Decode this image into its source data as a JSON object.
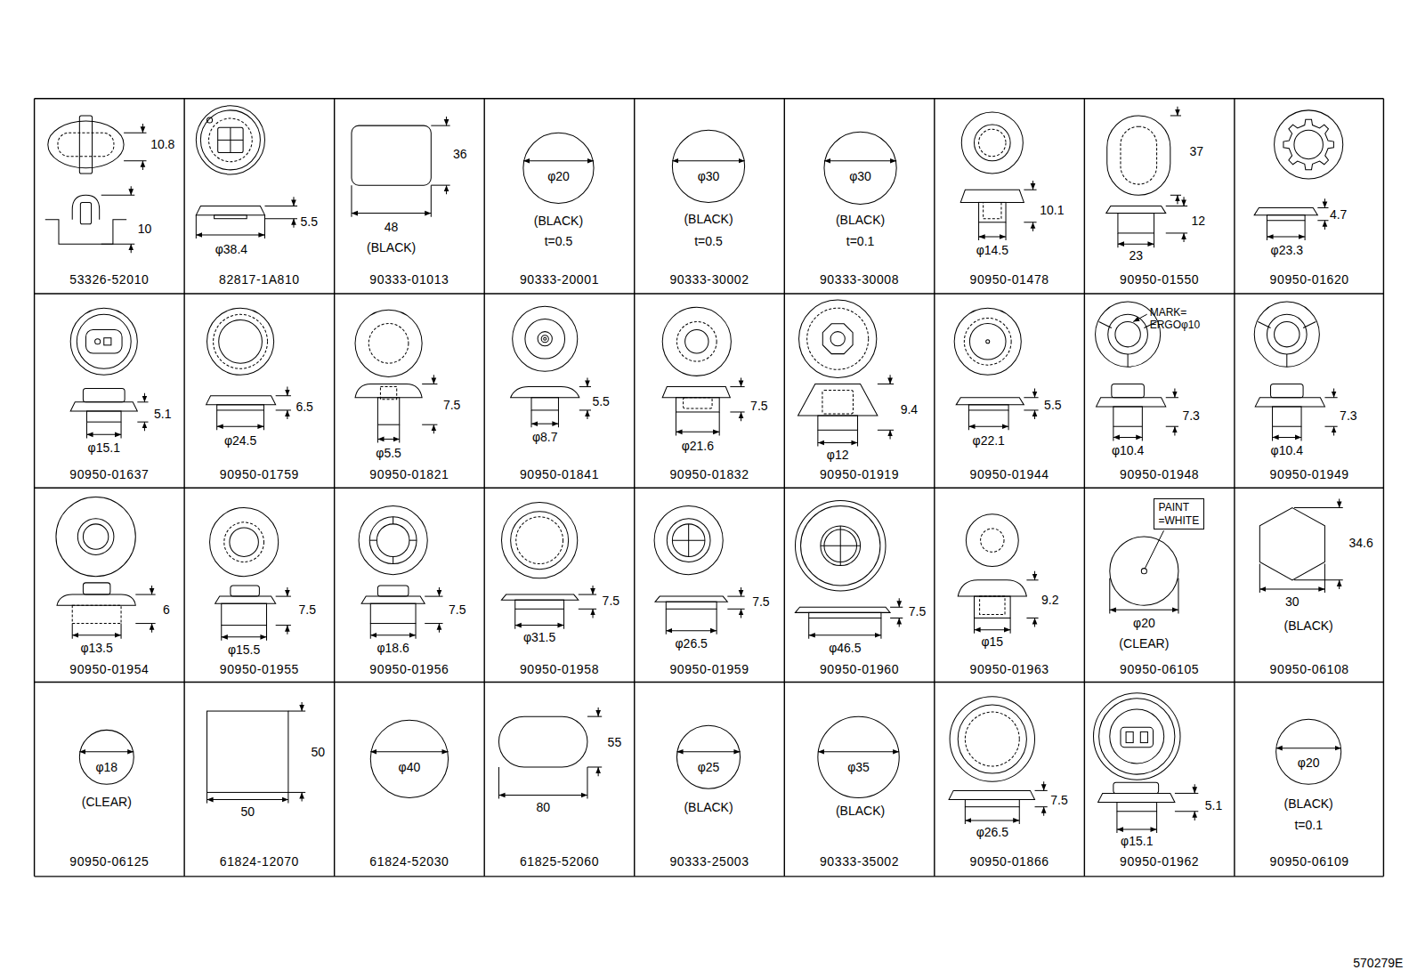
{
  "diagram": {
    "nodes": [
      {
        "text": [
          "PAINT =WHITE"
        ]
      }
    ],
    "labels": [
      "10.8",
      "10",
      "53326-52010",
      "5.5",
      "φ38.4",
      "82817-1A810",
      "36",
      "48",
      "(BLACK)",
      "90333-01013",
      "φ20",
      "(BLACK)",
      "t=0.5",
      "90333-20001",
      "φ30",
      "(BLACK)",
      "t=0.5",
      "90333-30002",
      "φ30",
      "(BLACK)",
      "t=0.1",
      "90333-30008",
      "10.1",
      "φ14.5",
      "90950-01478",
      "37",
      "12",
      "23",
      "90950-01550",
      "4.7",
      "φ23.3",
      "90950-01620",
      "5.1",
      "φ15.1",
      "90950-01637",
      "6.5",
      "φ24.5",
      "90950-01759",
      "7.5",
      "φ5.5",
      "90950-01821",
      "5.5",
      "φ8.7",
      "90950-01841",
      "7.5",
      "φ21.6",
      "90950-01832",
      "9.4",
      "φ12",
      "90950-01919",
      "5.5",
      "φ22.1",
      "90950-01944",
      "MARK= ERGOφ10",
      "7.3",
      "φ10.4",
      "90950-01948",
      "7.3",
      "φ10.4",
      "90950-01949",
      "6",
      "φ13.5",
      "90950-01954",
      "7.5",
      "φ15.5",
      "90950-01955",
      "7.5",
      "φ18.6",
      "90950-01956",
      "7.5",
      "φ31.5",
      "90950-01958",
      "7.5",
      "φ26.5",
      "90950-01959",
      "7.5",
      "φ46.5",
      "90950-01960",
      "9.2",
      "φ15",
      "90950-01963",
      "φ20",
      "(CLEAR)",
      "90950-06105",
      "34.6",
      "30",
      "(BLACK)",
      "90950-06108",
      "φ18",
      "(CLEAR)",
      "90950-06125",
      "50",
      "50",
      "61824-12070",
      "φ40",
      "61824-52030",
      "55",
      "80",
      "61825-52060",
      "φ25",
      "(BLACK)",
      "90333-25003",
      "φ35",
      "(BLACK)",
      "90333-35002",
      "7.5",
      "φ26.5",
      "90950-01866",
      "5.1",
      "φ15.1",
      "90950-01962",
      "φ20",
      "(BLACK)",
      "t=0.1",
      "90950-06109",
      "570279E"
    ]
  }
}
